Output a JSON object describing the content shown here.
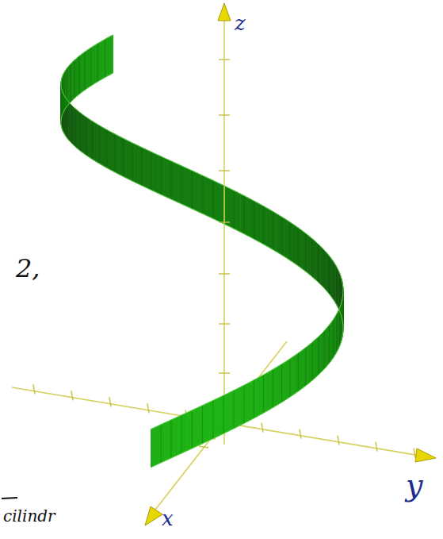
{
  "diagram": {
    "labels": [
      "z",
      "y",
      "x",
      "2,",
      "cilindr"
    ]
  }
}
